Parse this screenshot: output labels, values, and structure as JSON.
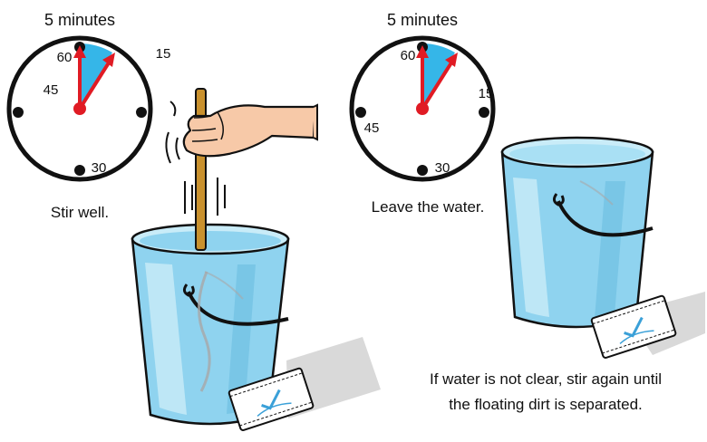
{
  "colors": {
    "water": "#8fd3ef",
    "water_light": "#c9ecf8",
    "water_dark": "#5fb5db",
    "clock_wedge": "#35b6e8",
    "hand": "#e01b24",
    "outline": "#111111",
    "stick": "#c9912e",
    "skin": "#f7c9a8",
    "shadow": "#d9d9d9",
    "sachet_check": "#3aa0d8"
  },
  "step1": {
    "clock": {
      "title": "5 minutes",
      "marks": [
        "60",
        "15",
        "30",
        "45"
      ],
      "elapsed_minutes": 5
    },
    "caption": "Stir well.",
    "icons": [
      "clock-icon",
      "hand-icon",
      "stirring-stick-icon",
      "bucket-icon",
      "water-sachet-icon"
    ]
  },
  "step2": {
    "clock": {
      "title": "5 minutes",
      "marks": [
        "60",
        "15",
        "30",
        "45"
      ],
      "elapsed_minutes": 5
    },
    "caption": "Leave the water.",
    "icons": [
      "clock-icon",
      "bucket-icon",
      "water-sachet-icon"
    ]
  },
  "note": {
    "line1": "If water is not clear, stir again until",
    "line2": "the floating dirt is separated."
  }
}
